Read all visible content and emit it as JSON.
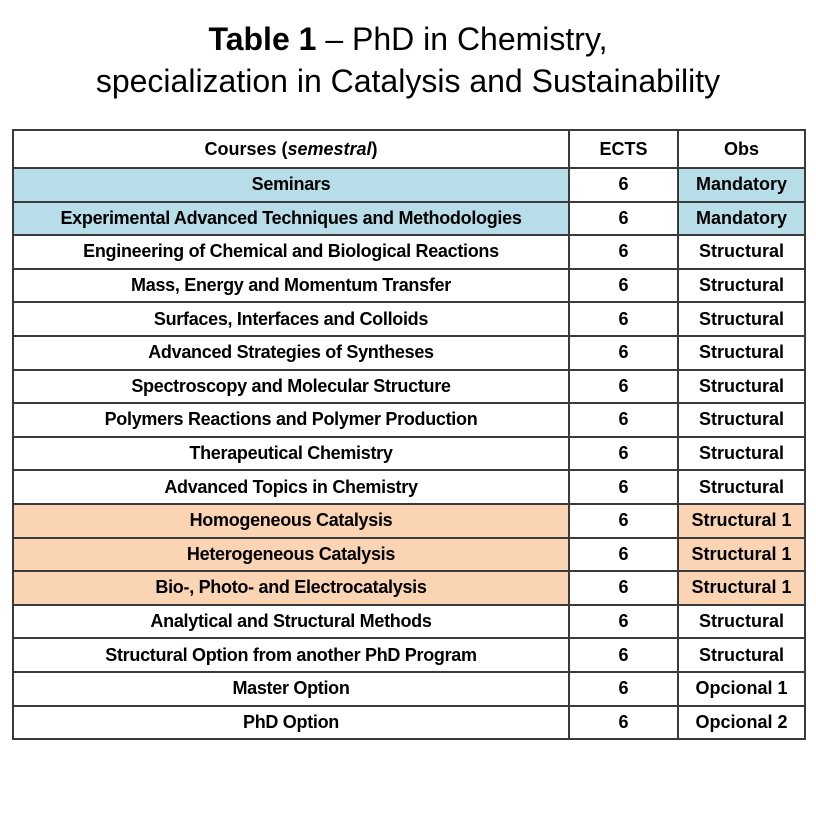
{
  "title": {
    "bold_part": "Table 1",
    "rest_line1": " – PhD in Chemistry,",
    "line2": "specialization in Catalysis and Sustainability"
  },
  "table": {
    "headers": {
      "course_prefix": "Courses (",
      "course_italic": "semestral",
      "course_suffix": ")",
      "ects": "ECTS",
      "obs": "Obs"
    },
    "rows": [
      {
        "course": "Seminars",
        "ects": "6",
        "obs": "Mandatory",
        "highlight": "blue"
      },
      {
        "course": "Experimental Advanced Techniques and Methodologies",
        "ects": "6",
        "obs": "Mandatory",
        "highlight": "blue"
      },
      {
        "course": "Engineering of Chemical and Biological Reactions",
        "ects": "6",
        "obs": "Structural",
        "highlight": "none"
      },
      {
        "course": "Mass, Energy and Momentum Transfer",
        "ects": "6",
        "obs": "Structural",
        "highlight": "none"
      },
      {
        "course": "Surfaces, Interfaces and Colloids",
        "ects": "6",
        "obs": "Structural",
        "highlight": "none"
      },
      {
        "course": "Advanced Strategies of Syntheses",
        "ects": "6",
        "obs": "Structural",
        "highlight": "none"
      },
      {
        "course": "Spectroscopy and Molecular Structure",
        "ects": "6",
        "obs": "Structural",
        "highlight": "none"
      },
      {
        "course": "Polymers Reactions and Polymer Production",
        "ects": "6",
        "obs": "Structural",
        "highlight": "none"
      },
      {
        "course": "Therapeutical Chemistry",
        "ects": "6",
        "obs": "Structural",
        "highlight": "none"
      },
      {
        "course": "Advanced Topics in Chemistry",
        "ects": "6",
        "obs": "Structural",
        "highlight": "none"
      },
      {
        "course": "Homogeneous Catalysis",
        "ects": "6",
        "obs": "Structural 1",
        "highlight": "orange"
      },
      {
        "course": "Heterogeneous Catalysis",
        "ects": "6",
        "obs": "Structural 1",
        "highlight": "orange"
      },
      {
        "course": "Bio-, Photo- and Electrocatalysis",
        "ects": "6",
        "obs": "Structural 1",
        "highlight": "orange"
      },
      {
        "course": "Analytical and Structural Methods",
        "ects": "6",
        "obs": "Structural",
        "highlight": "none"
      },
      {
        "course": "Structural Option from another PhD Program",
        "ects": "6",
        "obs": "Structural",
        "highlight": "none"
      },
      {
        "course": "Master Option",
        "ects": "6",
        "obs": "Opcional 1",
        "highlight": "none"
      },
      {
        "course": "PhD Option",
        "ects": "6",
        "obs": "Opcional 2",
        "highlight": "none"
      }
    ]
  },
  "colors": {
    "blue_highlight": "#b7dde8",
    "orange_highlight": "#fbd4b4",
    "border": "#3a3a3a"
  }
}
